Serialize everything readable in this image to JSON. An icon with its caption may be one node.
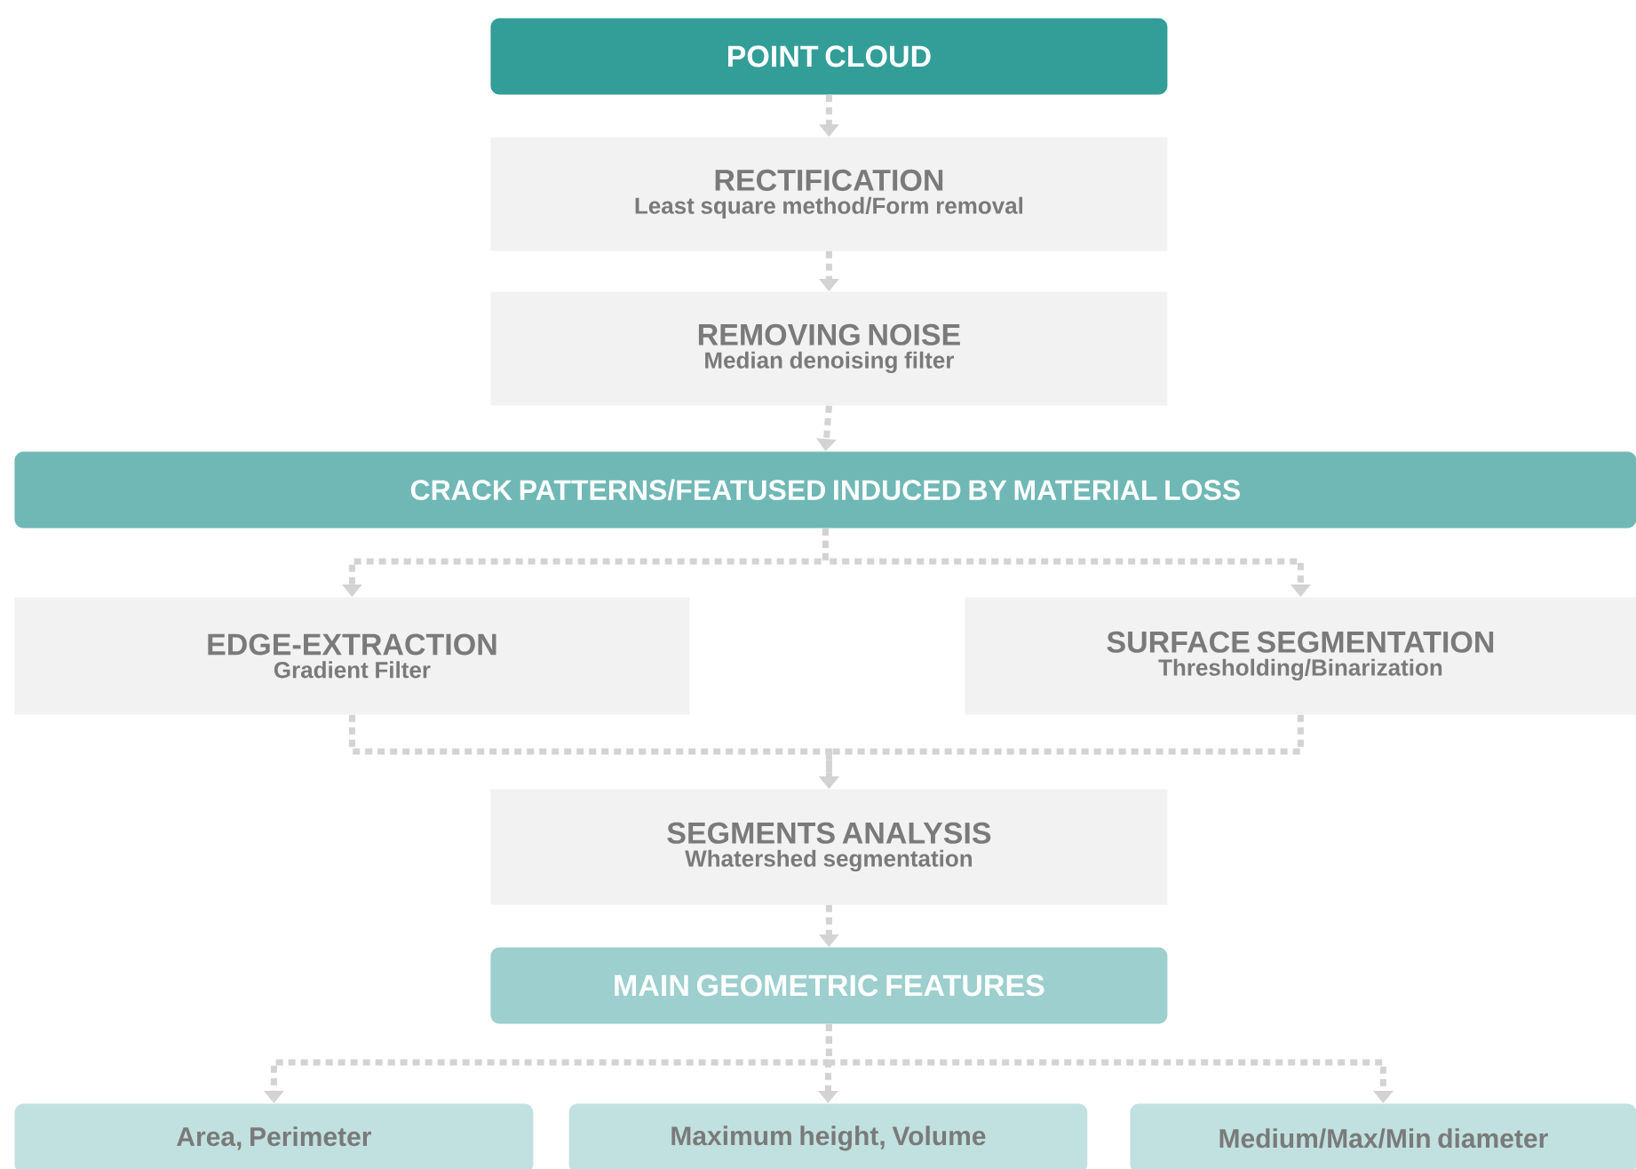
{
  "diagram": {
    "nodes": [
      {
        "text": [
          "POINT CLOUD"
        ]
      },
      {
        "text": [
          "RECTIFICATION",
          "Least square method/Form removal"
        ]
      },
      {
        "text": [
          "REMOVING NOISE",
          "Median denoising filter"
        ]
      },
      {
        "text": [
          "CRACK PATTERNS/FEATUSED INDUCED BY MATERIAL LOSS"
        ]
      },
      {
        "text": [
          "EDGE-EXTRACTION",
          "Gradient Filter"
        ]
      },
      {
        "text": [
          "SURFACE SEGMENTATION",
          "Thresholding/Binarization"
        ]
      },
      {
        "text": [
          "SEGMENTS ANALYSIS",
          "Whatershed segmentation"
        ]
      },
      {
        "text": [
          "MAIN GEOMETRIC FEATURES"
        ]
      },
      {
        "text": [
          "Area, Perimeter"
        ]
      },
      {
        "text": [
          "Maximum height, Volume"
        ]
      },
      {
        "text": [
          "Medium/Max/Min diameter"
        ]
      }
    ],
    "edges": [
      {
        "from": 0,
        "to": 1,
        "arrow": "to",
        "style": "dashed"
      },
      {
        "from": 1,
        "to": 2,
        "arrow": "to",
        "style": "dashed"
      },
      {
        "from": 2,
        "to": 3,
        "arrow": "to",
        "style": "dashed"
      },
      {
        "from": 3,
        "to": 4,
        "arrow": "to",
        "style": "dashed"
      },
      {
        "from": 3,
        "to": 5,
        "arrow": "to",
        "style": "dashed"
      },
      {
        "from": 4,
        "to": 6,
        "arrow": "to",
        "style": "dashed"
      },
      {
        "from": 5,
        "to": 6,
        "arrow": "to",
        "style": "dashed"
      },
      {
        "from": 6,
        "to": 7,
        "arrow": "to",
        "style": "dashed"
      },
      {
        "from": 7,
        "to": 8,
        "arrow": "to",
        "style": "dashed"
      },
      {
        "from": 7,
        "to": 9,
        "arrow": "to",
        "style": "dashed"
      },
      {
        "from": 7,
        "to": 10,
        "arrow": "to",
        "style": "dashed"
      }
    ]
  }
}
